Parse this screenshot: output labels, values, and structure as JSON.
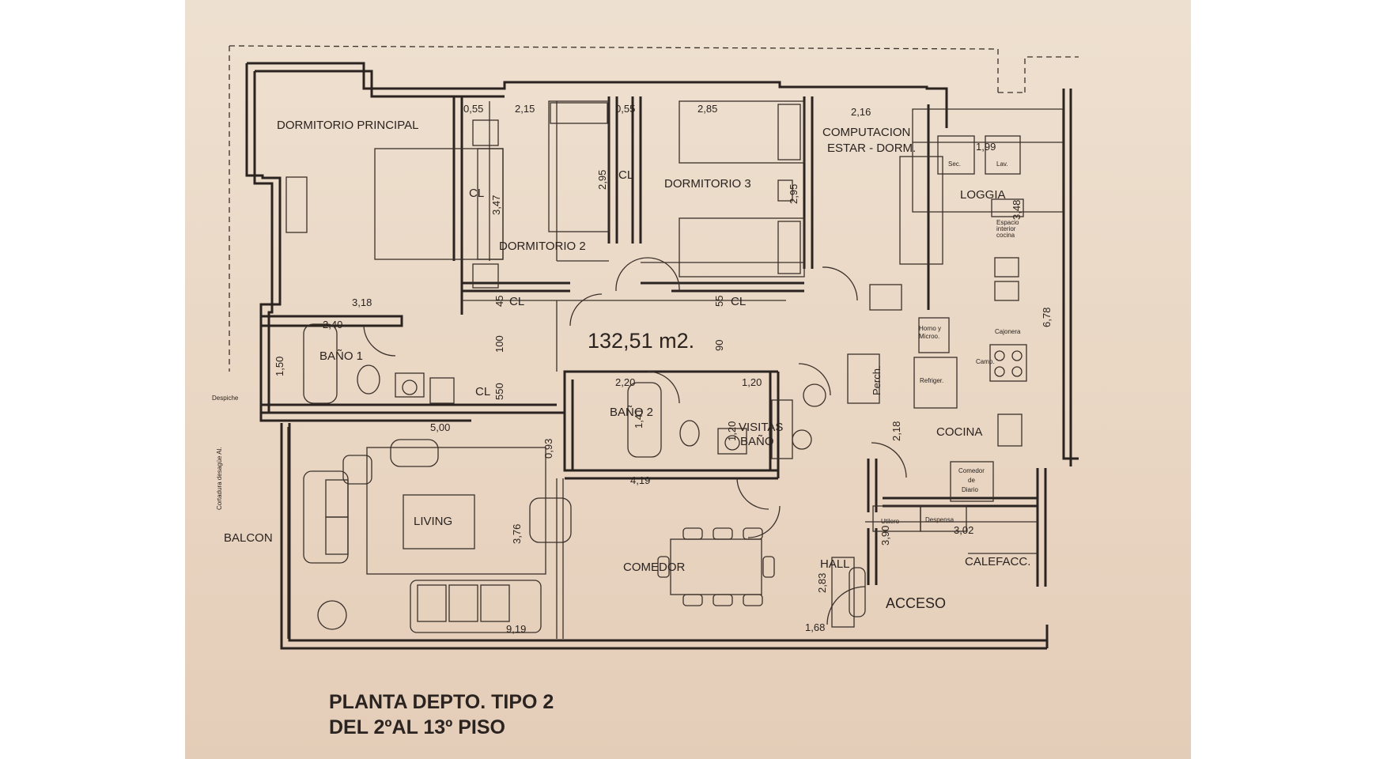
{
  "rooms": {
    "dormitorio_principal": "DORMITORIO PRINCIPAL",
    "dormitorio_2": "DORMITORIO 2",
    "dormitorio_3": "DORMITORIO 3",
    "computacion_line1": "COMPUTACION",
    "computacion_line2": "ESTAR - DORM.",
    "loggia": "LOGGIA",
    "bano_1": "BAÑO 1",
    "bano_2": "BAÑO 2",
    "visitas_line1": "VISITAS",
    "visitas_line2": "BAÑO",
    "cocina": "COCINA",
    "living": "LIVING",
    "comedor": "COMEDOR",
    "balcon": "BALCON",
    "hall": "HALL",
    "acceso": "ACCESO",
    "calefacc": "CALEFACC.",
    "closet": "CL"
  },
  "area": "132,51 m2.",
  "fixtures": {
    "sec": "Sec.",
    "lav": "Lav.",
    "horno_1": "Horno y",
    "horno_2": "Microo.",
    "refrigerador": "Refriger.",
    "perch": "Perch.",
    "cajonera": "Cajonera",
    "camp": "Camp.",
    "comedor_diario_1": "Comedor",
    "comedor_diario_2": "de",
    "comedor_diario_3": "Diario",
    "utilero": "Utilero",
    "despensa": "Despensa",
    "despiche": "Despiche",
    "espacio_1": "Espacio",
    "espacio_2": "interior",
    "espacio_3": "cocina",
    "balcon_note": "Cortadura desagüe Al."
  },
  "dimensions": {
    "d_0_55a": "0,55",
    "d_2_15": "2,15",
    "d_0_55b": "0,55",
    "d_2_85": "2,85",
    "d_2_16": "2,16",
    "d_1_99": "1,99",
    "d_3_47": "3,47",
    "d_2_95a": "2,95",
    "d_2_95b": "2,95",
    "d_3_48": "3,48",
    "d_3_18": "3,18",
    "d_2_40": "2,40",
    "d_1_50": "1,50",
    "d_45": "45",
    "d_100": "100",
    "d_550": "550",
    "d_55": "55",
    "d_90": "90",
    "d_2_20": "2,20",
    "d_1_41": "1,41",
    "d_1_20": "1,20",
    "d_5_00": "5,00",
    "d_0_93": "0,93",
    "d_4_19": "4,19",
    "d_3_76": "3,76",
    "d_9_19": "9,19",
    "d_2_83": "2,83",
    "d_1_68": "1,68",
    "d_2_18": "2,18",
    "d_3_90": "3,90",
    "d_3_02": "3,02",
    "d_6_78": "6,78"
  },
  "title": {
    "line1": "PLANTA DEPTO. TIPO 2",
    "line2": "DEL 2ºAL 13º PISO"
  },
  "colors": {
    "paper": "#eadac8",
    "ink": "#2a2320"
  }
}
